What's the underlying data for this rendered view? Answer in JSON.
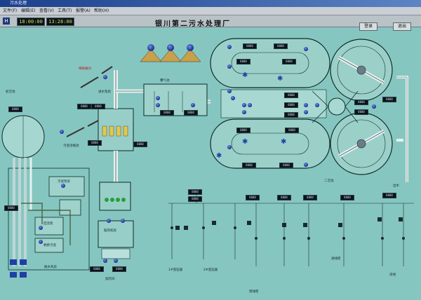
{
  "window": {
    "title": "污水处理",
    "menu": [
      "文件(F)",
      "编辑(E)",
      "查看(V)",
      "工具(T)",
      "报警(A)",
      "帮助(H)"
    ],
    "clock_time": "18:00:00",
    "clock_date": "13:28:00"
  },
  "screen": {
    "title": "银川第二污水处理厂",
    "btn_login": "登录",
    "btn_exit": "退出"
  },
  "labels": {
    "clarifier_left": "初沉池",
    "grit": "细格栅间",
    "pump_room": "进水泵房",
    "aeration": "曝气池",
    "sludge": "污泥浓缩池",
    "blower": "鼓风机房",
    "dewater": "脱水机房",
    "secondary": "二沉池",
    "outflow": "出水",
    "transformer_1": "1#变压器",
    "transformer_2": "2#变压器",
    "feeder": "馈线柜",
    "incoming": "进线柜",
    "busbar": "母线",
    "left_box": "污泥泵房",
    "left_box2": "回流泵",
    "left_box3": "剩余污泥",
    "bottom_label": "加药间"
  },
  "readouts": {
    "default": "0000"
  },
  "colors": {
    "background": "#86c6c0",
    "pipe": "#e6f0ef",
    "display": "#08141c",
    "pump_blue": "#1e3fa6",
    "highlight_yellow": "#e3c84a",
    "green_indicator": "#2a9d3a"
  }
}
